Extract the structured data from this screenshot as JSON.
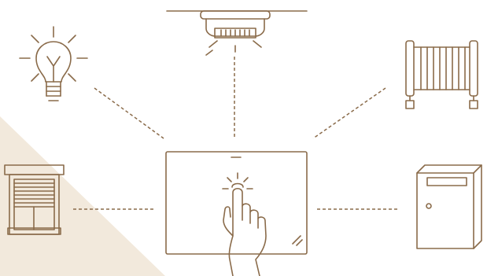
{
  "colors": {
    "line": "#8a6b4a",
    "background": "#ffffff",
    "accent_shape": "#f2e9dc"
  },
  "hub": {
    "icon": "touch-panel-icon"
  },
  "devices": [
    {
      "id": "light",
      "icon": "light-bulb-icon"
    },
    {
      "id": "smoke",
      "icon": "smoke-detector-icon"
    },
    {
      "id": "heater",
      "icon": "radiator-icon"
    },
    {
      "id": "shutter",
      "icon": "window-shutter-icon"
    },
    {
      "id": "cabinet",
      "icon": "electrical-cabinet-icon"
    }
  ]
}
